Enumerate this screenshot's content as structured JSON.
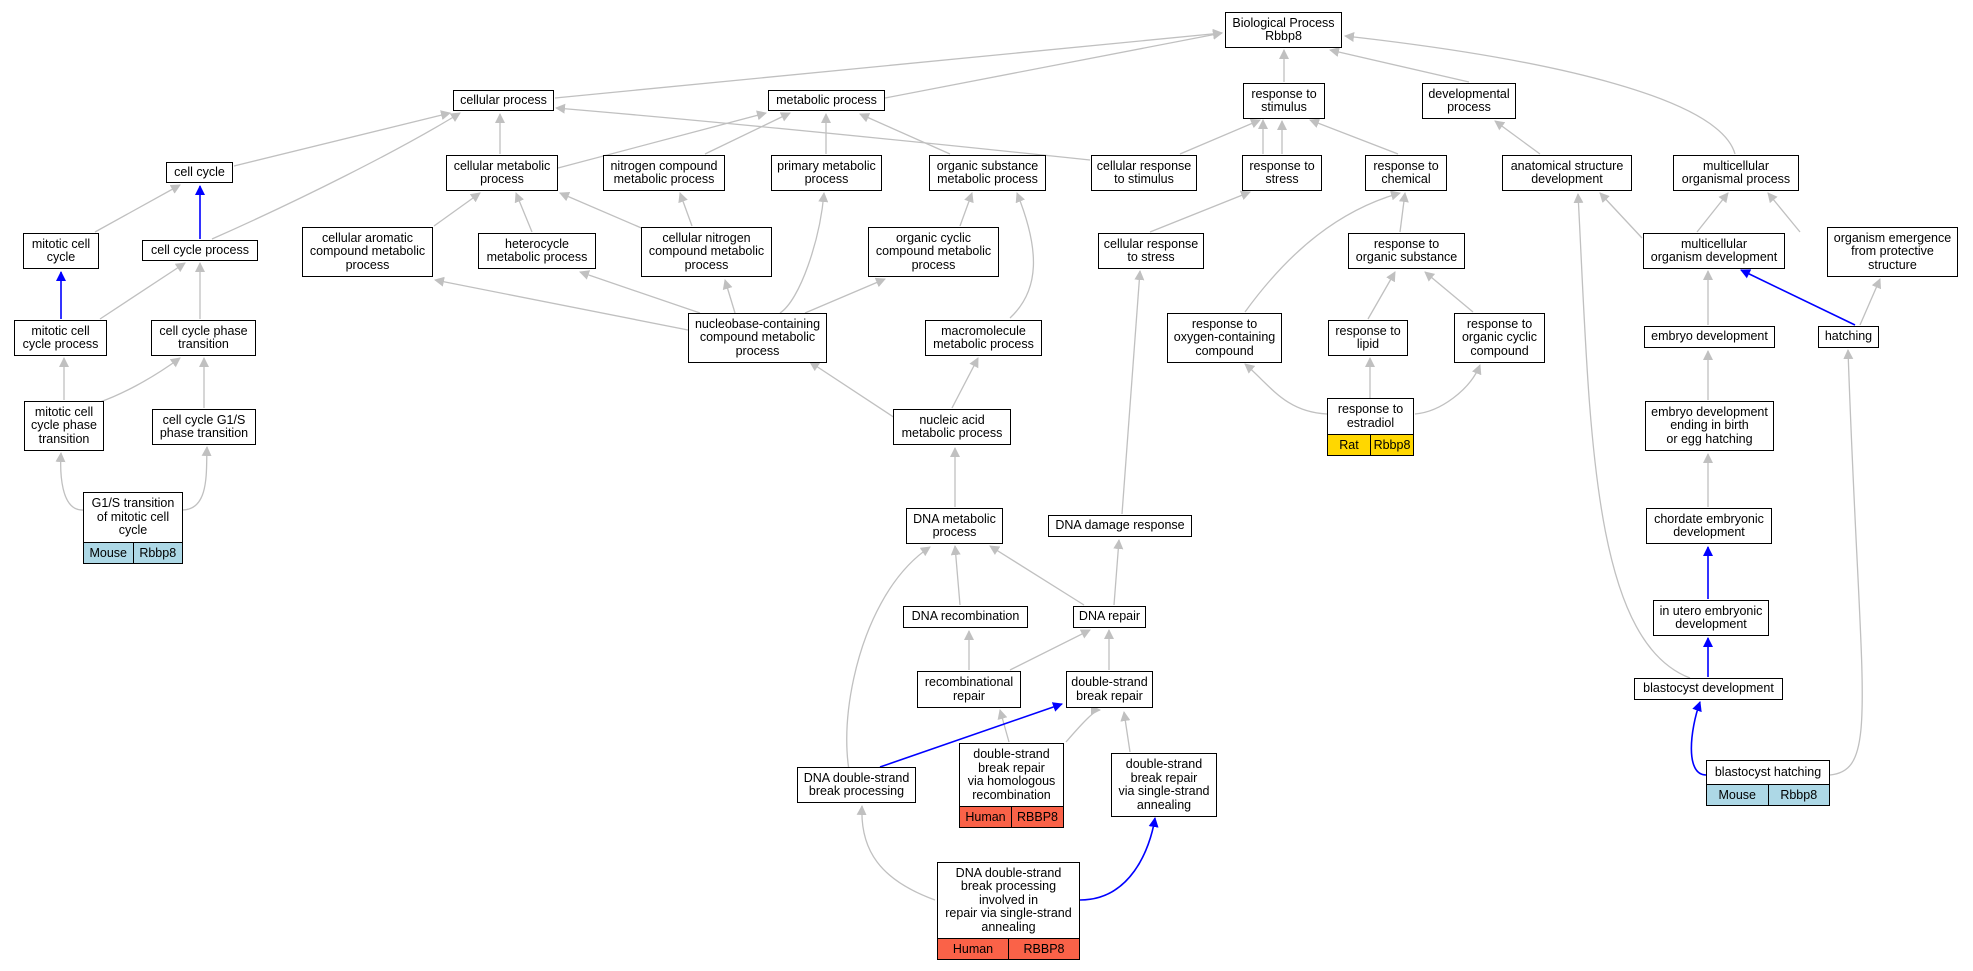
{
  "root": {
    "label": "Biological Process\nRbbp8"
  },
  "nodes": {
    "cellular_process": "cellular process",
    "metabolic_process": "metabolic process",
    "response_to_stimulus": "response to\nstimulus",
    "developmental_process": "developmental\nprocess",
    "cell_cycle": "cell cycle",
    "cellular_metabolic_process": "cellular metabolic\nprocess",
    "nitrogen_compound_metabolic_process": "nitrogen compound\nmetabolic process",
    "primary_metabolic_process": "primary metabolic\nprocess",
    "organic_substance_metabolic_process": "organic substance\nmetabolic process",
    "cellular_response_to_stimulus": "cellular response\nto stimulus",
    "response_to_stress": "response to\nstress",
    "response_to_chemical": "response to\nchemical",
    "anatomical_structure_development": "anatomical structure\ndevelopment",
    "multicellular_organismal_process": "multicellular\norganismal process",
    "mitotic_cell_cycle": "mitotic cell\ncycle",
    "cell_cycle_process": "cell cycle process",
    "cellular_aromatic_compound_metabolic_process": "cellular aromatic\ncompound metabolic\nprocess",
    "heterocycle_metabolic_process": "heterocycle\nmetabolic process",
    "cellular_nitrogen_compound_metabolic_process": "cellular nitrogen\ncompound metabolic\nprocess",
    "organic_cyclic_compound_metabolic_process": "organic cyclic\ncompound metabolic\nprocess",
    "cellular_response_to_stress": "cellular response\nto stress",
    "response_to_organic_substance": "response to\norganic substance",
    "multicellular_organism_development": "multicellular\norganism development",
    "organism_emergence_from_protective_structure": "organism emergence\nfrom protective\nstructure",
    "mitotic_cell_cycle_process": "mitotic cell\ncycle process",
    "cell_cycle_phase_transition": "cell cycle phase\ntransition",
    "nucleobase_containing_compound_metabolic_process": "nucleobase-containing\ncompound metabolic\nprocess",
    "macromolecule_metabolic_process": "macromolecule\nmetabolic process",
    "response_to_oxygen_containing_compound": "response to\noxygen-containing\ncompound",
    "response_to_lipid": "response to\nlipid",
    "response_to_organic_cyclic_compound": "response to\norganic cyclic\ncompound",
    "embryo_development": "embryo development",
    "hatching": "hatching",
    "mitotic_cell_cycle_phase_transition": "mitotic cell\ncycle phase\ntransition",
    "cell_cycle_g1s_phase_transition": "cell cycle G1/S\nphase transition",
    "nucleic_acid_metabolic_process": "nucleic acid\nmetabolic process",
    "embryo_development_ending_in_birth": "embryo development\nending in birth\nor egg hatching",
    "dna_metabolic_process": "DNA metabolic\nprocess",
    "dna_damage_response": "DNA damage response",
    "chordate_embryonic_development": "chordate embryonic\ndevelopment",
    "dna_recombination": "DNA recombination",
    "dna_repair": "DNA repair",
    "in_utero_embryonic_development": "in utero embryonic\ndevelopment",
    "recombinational_repair": "recombinational\nrepair",
    "double_strand_break_repair": "double-strand\nbreak repair",
    "blastocyst_development": "blastocyst development",
    "dna_double_strand_break_processing": "DNA double-strand\nbreak processing",
    "dsb_repair_via_single_strand_annealing": "double-strand\nbreak repair\nvia single-strand\nannealing"
  },
  "annotated": {
    "g1s_transition_of_mitotic_cell_cycle": {
      "label": "G1/S transition\nof mitotic cell\ncycle",
      "species": "Mouse",
      "gene": "Rbbp8"
    },
    "response_to_estradiol": {
      "label": "response to\nestradiol",
      "species": "Rat",
      "gene": "Rbbp8"
    },
    "dsb_repair_via_homologous_recombination": {
      "label": "double-strand\nbreak repair\nvia homologous\nrecombination",
      "species": "Human",
      "gene": "RBBP8"
    },
    "blastocyst_hatching": {
      "label": "blastocyst hatching",
      "species": "Mouse",
      "gene": "Rbbp8"
    },
    "dna_dsb_processing_involved_in_ssa": {
      "label": "DNA double-strand\nbreak processing\ninvolved in\nrepair via single-strand\nannealing",
      "species": "Human",
      "gene": "RBBP8"
    }
  },
  "colors": {
    "Mouse": "#add8e6",
    "Rat": "#ffd700",
    "Human": "#fa6248",
    "edge": "#c0c0c0",
    "edge_highlight": "#0000ff"
  }
}
